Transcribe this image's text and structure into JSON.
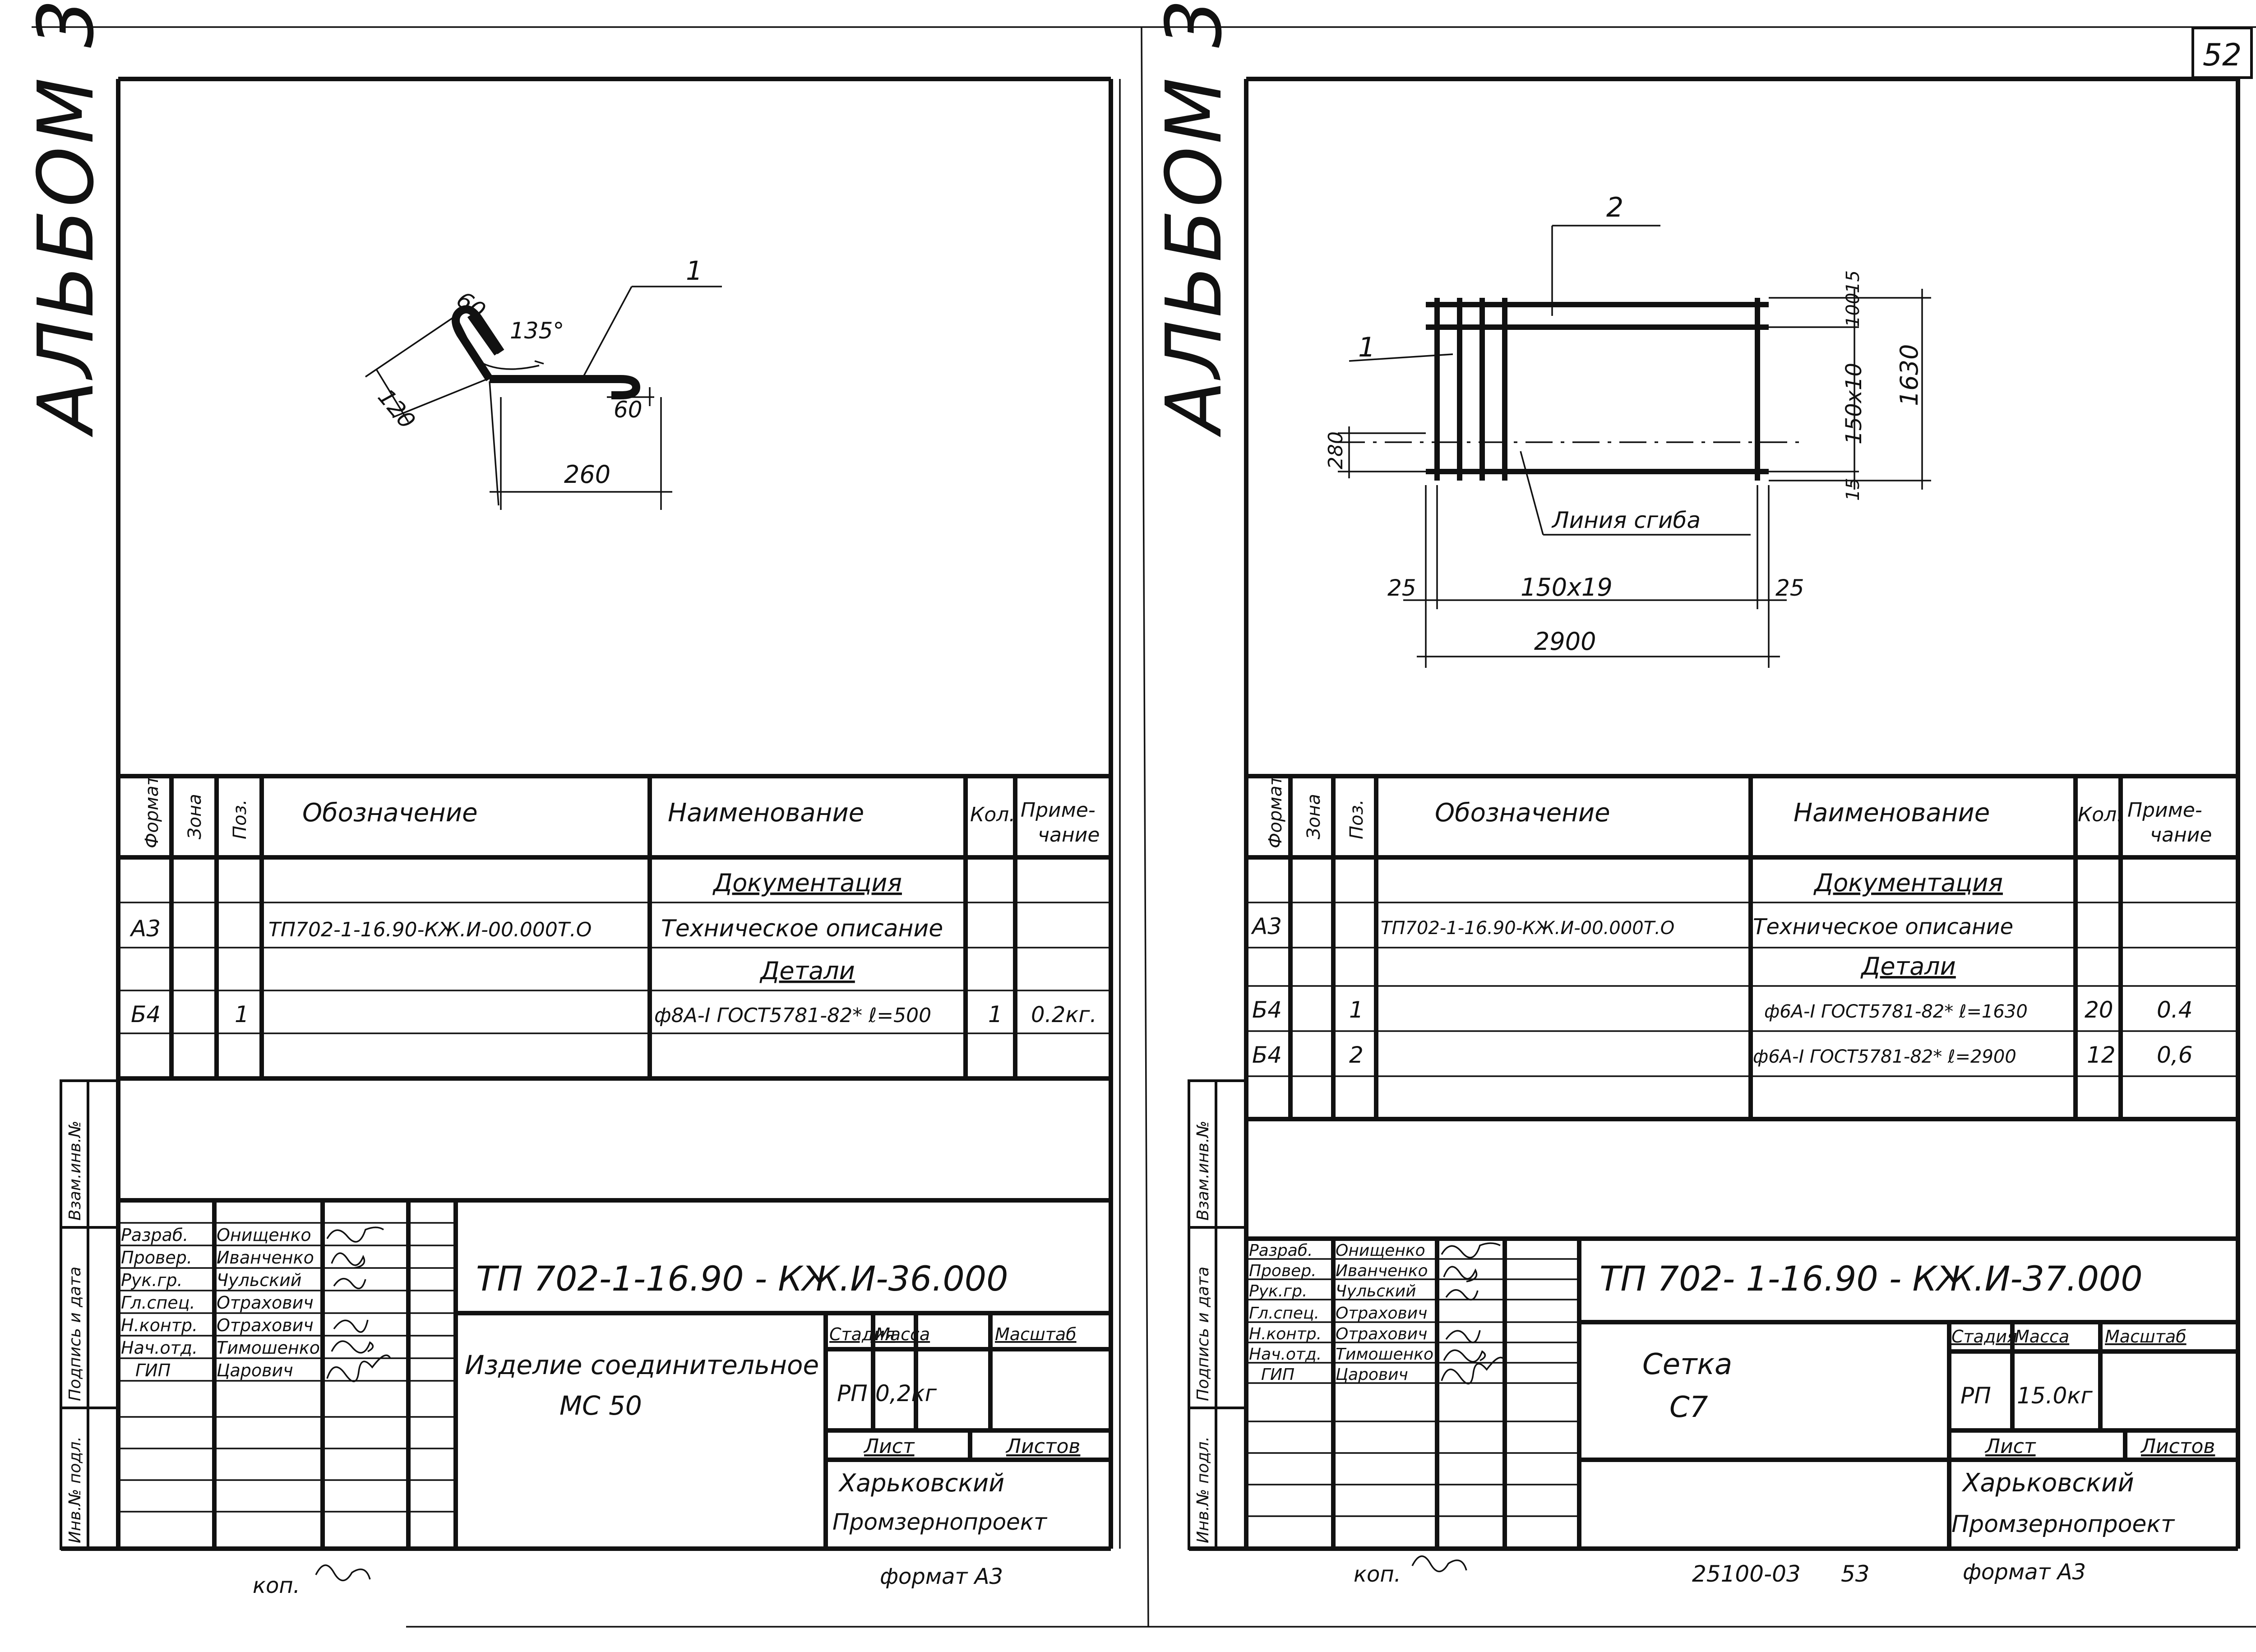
{
  "sheet_number": "52",
  "footer": {
    "copy_left": "коп.",
    "format_left": "формат А3",
    "copy_right": "коп.",
    "archive_code": "25100-03",
    "archive_page": "53",
    "format_right": "формат А3"
  },
  "side_labels": [
    "Взам.инв.№",
    "Подпись и дата",
    "Инв.№ подл."
  ],
  "spec_headers": {
    "format": "Формат",
    "zone": "Зона",
    "pos": "Поз.",
    "designation": "Обозначение",
    "name": "Наименование",
    "qty": "Кол.",
    "note_line1": "Приме-",
    "note_line2": "чание"
  },
  "left": {
    "album": "АЛЬБОМ 3",
    "drawing": {
      "dim_60_top": "60",
      "dim_angle": "135°",
      "dim_120": "120",
      "dim_60_right": "60",
      "dim_260": "260",
      "leader_pos": "1"
    },
    "spec_rows": [
      {
        "format": "",
        "zone": "",
        "pos": "",
        "designation": "",
        "name": "Документация",
        "qty": "",
        "note": ""
      },
      {
        "format": "А3",
        "zone": "",
        "pos": "",
        "designation": "ТП702-1-16.90-КЖ.И-00.000Т.О",
        "name": "Техническое описание",
        "qty": "",
        "note": ""
      },
      {
        "format": "",
        "zone": "",
        "pos": "",
        "designation": "",
        "name": "Детали",
        "qty": "",
        "note": ""
      },
      {
        "format": "Б4",
        "zone": "",
        "pos": "1",
        "designation": "",
        "name": "ф8А-I ГОСТ5781-82* ℓ=500",
        "qty": "1",
        "note": "0.2кг."
      },
      {
        "format": "",
        "zone": "",
        "pos": "",
        "designation": "",
        "name": "",
        "qty": "",
        "note": ""
      }
    ],
    "title_block": {
      "doc_code": "ТП 702-1-16.90 - КЖ.И-36.000",
      "item_name_1": "Изделие соединительное",
      "item_name_2": "МС 50",
      "stage_label": "Стадия",
      "mass_label": "Масса",
      "scale_label": "Масштаб",
      "stage": "РП",
      "mass": "0,2кг",
      "sheet_label": "Лист",
      "sheets_label": "Листов",
      "org_1": "Харьковский",
      "org_2": "Промзернопроект",
      "signers": [
        {
          "role": "Разраб.",
          "name": "Онищенко"
        },
        {
          "role": "Провер.",
          "name": "Иванченко"
        },
        {
          "role": "Рук.гр.",
          "name": "Чульский"
        },
        {
          "role": "Гл.спец.",
          "name": "Отрахович"
        },
        {
          "role": "Н.контр.",
          "name": "Отрахович"
        },
        {
          "role": "Нач.отд.",
          "name": "Тимошенко"
        },
        {
          "role": "ГИП",
          "name": "Царович"
        }
      ]
    }
  },
  "right": {
    "album": "АЛЬБОМ 3",
    "drawing": {
      "leader_2": "2",
      "leader_1": "1",
      "dim_100": "100",
      "dim_15_top": "15",
      "dim_150x10": "150х10",
      "dim_1630": "1630",
      "dim_15_bottom": "15",
      "dim_280": "280",
      "bend_line": "Линия сгиба",
      "dim_25_left": "25",
      "dim_150x19": "150х19",
      "dim_25_right": "25",
      "dim_2900": "2900"
    },
    "spec_rows": [
      {
        "format": "",
        "zone": "",
        "pos": "",
        "designation": "",
        "name": "Документация",
        "qty": "",
        "note": ""
      },
      {
        "format": "А3",
        "zone": "",
        "pos": "",
        "designation": "ТП702-1-16.90-КЖ.И-00.000Т.О",
        "name": "Техническое описание",
        "qty": "",
        "note": ""
      },
      {
        "format": "",
        "zone": "",
        "pos": "",
        "designation": "",
        "name": "Детали",
        "qty": "",
        "note": ""
      },
      {
        "format": "Б4",
        "zone": "",
        "pos": "1",
        "designation": "",
        "name": "ф6А-I ГОСТ5781-82* ℓ=1630",
        "qty": "20",
        "note": "0.4"
      },
      {
        "format": "Б4",
        "zone": "",
        "pos": "2",
        "designation": "",
        "name": "ф6А-I ГОСТ5781-82* ℓ=2900",
        "qty": "12",
        "note": "0,6"
      },
      {
        "format": "",
        "zone": "",
        "pos": "",
        "designation": "",
        "name": "",
        "qty": "",
        "note": ""
      }
    ],
    "title_block": {
      "doc_code": "ТП 702- 1-16.90 - КЖ.И-37.000",
      "item_name_1": "Сетка",
      "item_name_2": "С7",
      "stage_label": "Стадия",
      "mass_label": "Масса",
      "scale_label": "Масштаб",
      "stage": "РП",
      "mass": "15.0кг",
      "sheet_label": "Лист",
      "sheets_label": "Листов",
      "org_1": "Харьковский",
      "org_2": "Промзернопроект",
      "signers": [
        {
          "role": "Разраб.",
          "name": "Онищенко"
        },
        {
          "role": "Провер.",
          "name": "Иванченко"
        },
        {
          "role": "Рук.гр.",
          "name": "Чульский"
        },
        {
          "role": "Гл.спец.",
          "name": "Отрахович"
        },
        {
          "role": "Н.контр.",
          "name": "Отрахович"
        },
        {
          "role": "Нач.отд.",
          "name": "Тимошенко"
        },
        {
          "role": "ГИП",
          "name": "Царович"
        }
      ]
    }
  }
}
